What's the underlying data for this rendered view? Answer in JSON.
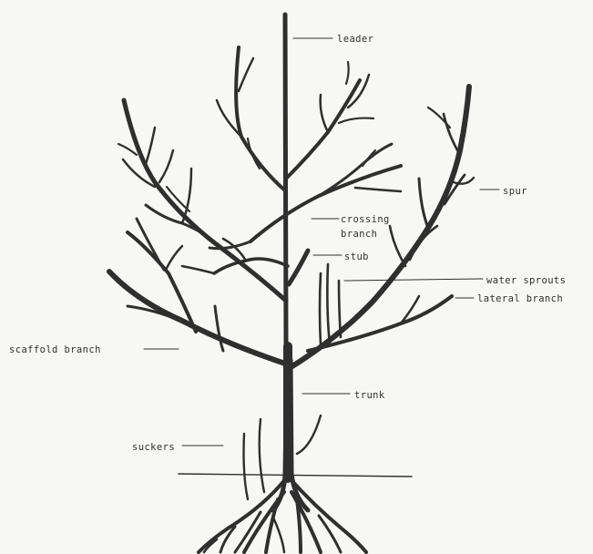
{
  "diagram": {
    "labels": {
      "leader": "leader",
      "spur": "spur",
      "crossing_line1": "crossing",
      "crossing_line2": "branch",
      "stub": "stub",
      "water_sprouts": "water sprouts",
      "lateral_branch": "lateral branch",
      "scaffold_branch": "scaffold branch",
      "trunk": "trunk",
      "suckers": "suckers"
    },
    "colors": {
      "background": "#f7f7f5",
      "ink": "#2f2f2f"
    }
  }
}
